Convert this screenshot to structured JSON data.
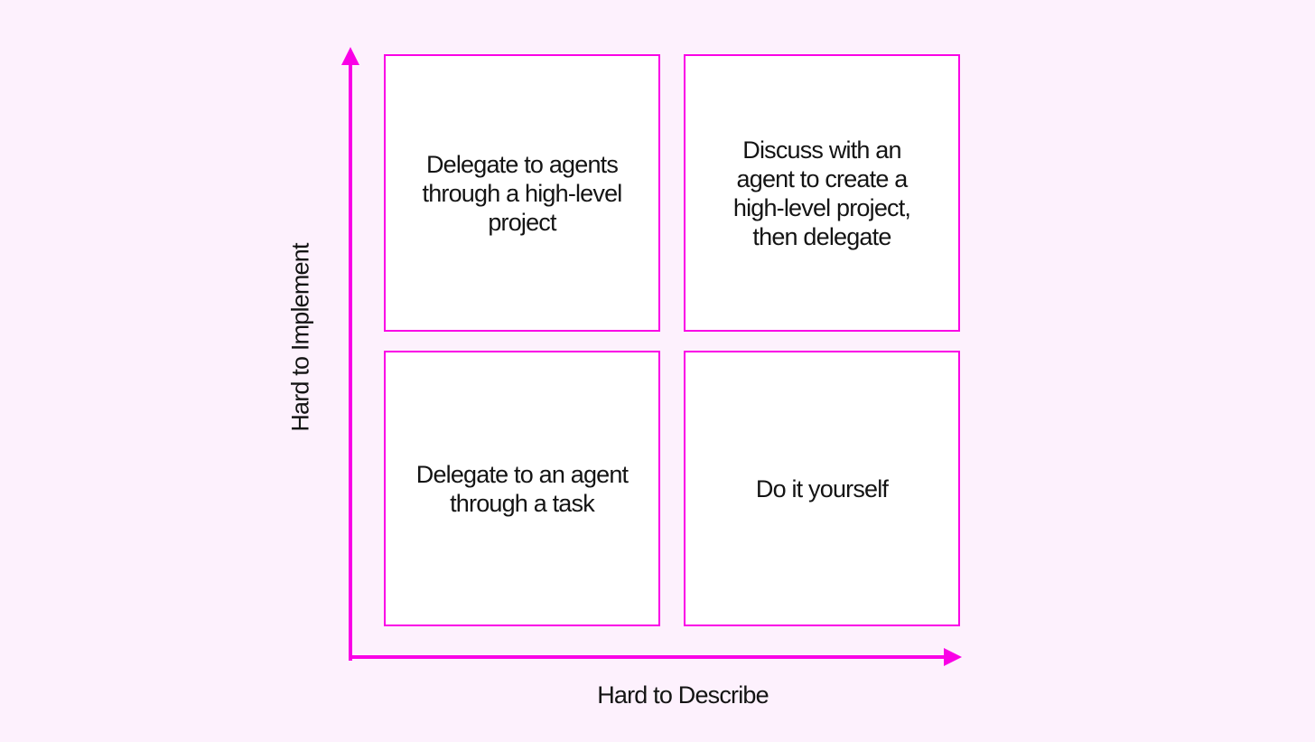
{
  "colors": {
    "background": "#FDF1FD",
    "accent_magenta": "#FA00E6",
    "box_fill": "#FFFFFF",
    "text": "#141414"
  },
  "axes": {
    "y_axis_label": "Hard to Implement",
    "x_axis_label": "Hard to Describe"
  },
  "quadrants": {
    "top_left": {
      "text": "Delegate to agents through a high-level project",
      "lines": [
        "Delegate to agents",
        "through a high-level",
        "project"
      ]
    },
    "top_right": {
      "text": "Discuss with an agent to create a high-level project, then delegate",
      "lines": [
        "Discuss with an",
        "agent to create a",
        "high-level project,",
        "then delegate"
      ]
    },
    "bottom_left": {
      "text": "Delegate to an agent through a task",
      "lines": [
        "Delegate to an agent",
        "through a task"
      ]
    },
    "bottom_right": {
      "text": "Do it yourself",
      "lines": [
        "Do it yourself"
      ]
    }
  }
}
